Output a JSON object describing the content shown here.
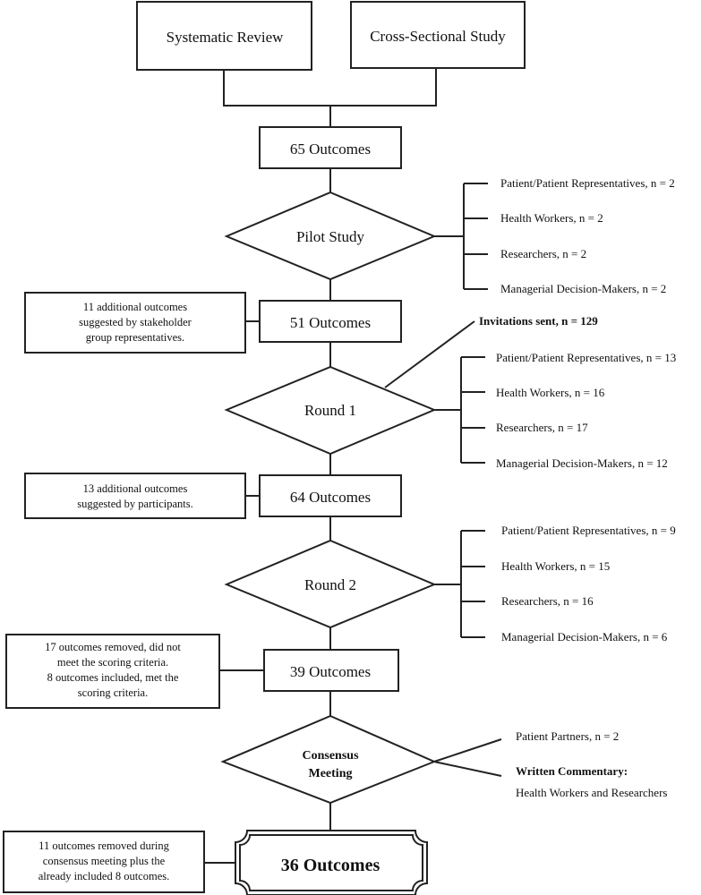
{
  "top": {
    "systematic_review": "Systematic Review",
    "cross_sectional": "Cross-Sectional Study"
  },
  "outcomes": {
    "o65": "65 Outcomes",
    "o51": "51 Outcomes",
    "o64": "64 Outcomes",
    "o39": "39 Outcomes",
    "o36": "36 Outcomes"
  },
  "stages": {
    "pilot": "Pilot Study",
    "round1": "Round 1",
    "round2": "Round 2",
    "consensus_line1": "Consensus",
    "consensus_line2": "Meeting"
  },
  "pilot_groups": [
    "Patient/Patient Representatives, n = 2",
    "Health Workers, n = 2",
    "Researchers, n = 2",
    "Managerial Decision-Makers, n = 2"
  ],
  "round1": {
    "invitations": "Invitations sent, n = 129",
    "groups": [
      "Patient/Patient Representatives, n = 13",
      "Health Workers, n = 16",
      "Researchers, n = 17",
      "Managerial Decision-Makers, n = 12"
    ]
  },
  "round2_groups": [
    "Patient/Patient Representatives, n = 9",
    "Health Workers, n = 15",
    "Researchers, n = 16",
    "Managerial Decision-Makers, n = 6"
  ],
  "consensus": {
    "patient_partners": "Patient Partners, n = 2",
    "written_commentary": "Written Commentary:",
    "written_commentary_detail": "Health Workers and Researchers"
  },
  "notes": {
    "n51": [
      "11 additional outcomes",
      "suggested by stakeholder",
      "group representatives."
    ],
    "n64": [
      "13 additional outcomes",
      "suggested by participants."
    ],
    "n39": [
      "17 outcomes removed, did not",
      "meet the scoring criteria.",
      "8 outcomes included, met the",
      "scoring criteria."
    ],
    "n36": [
      "11 outcomes removed during",
      "consensus meeting plus the",
      "already included 8 outcomes."
    ]
  }
}
